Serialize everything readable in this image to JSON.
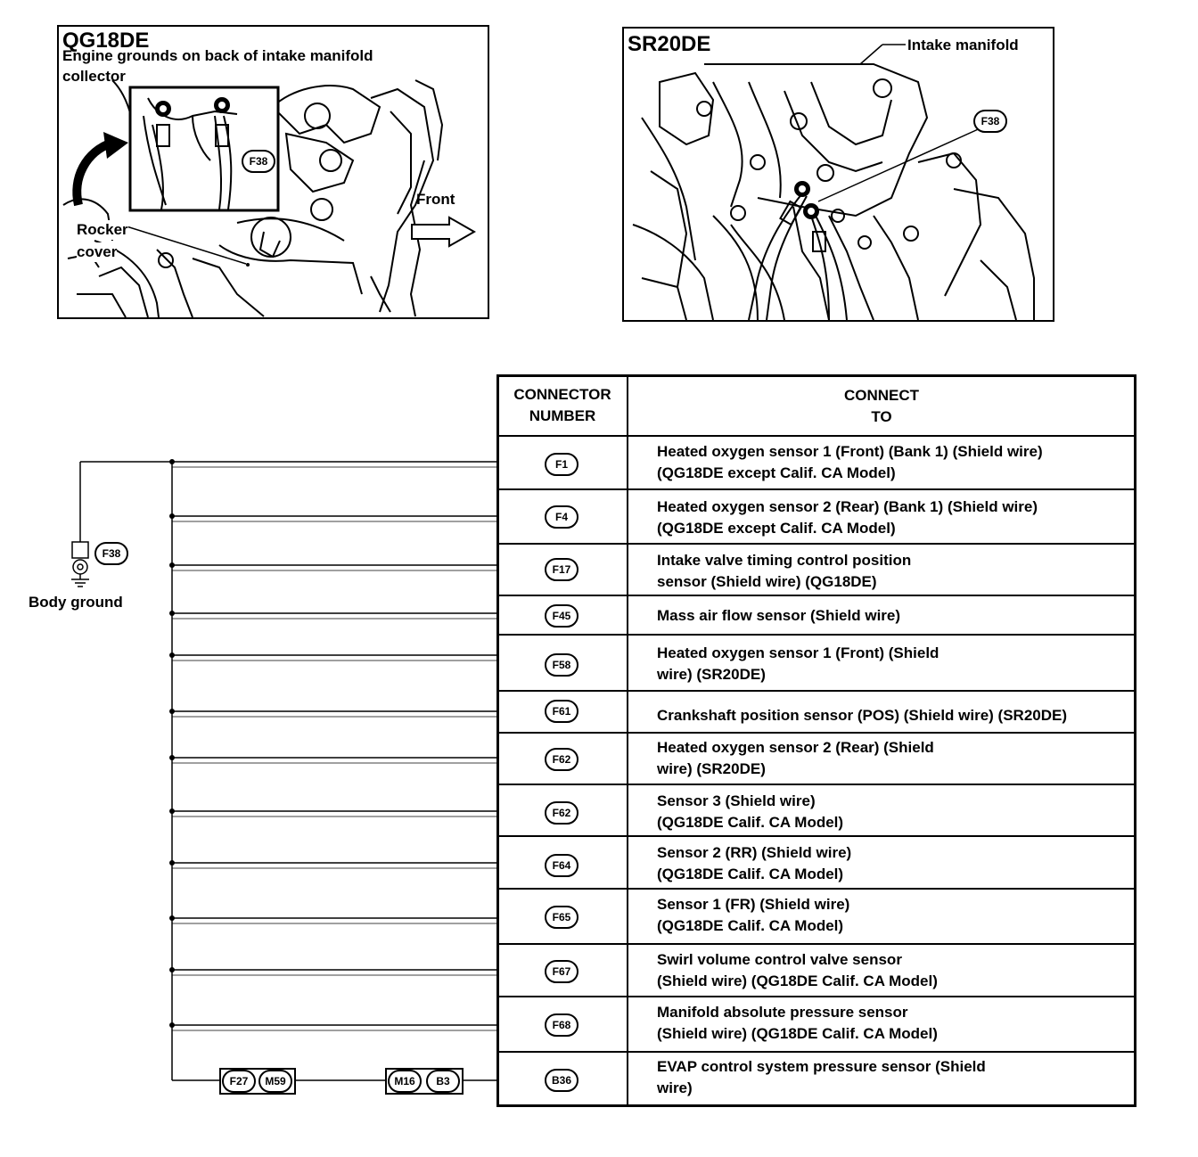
{
  "left_panel": {
    "title": "QG18DE",
    "subtitle_line1": "Engine grounds on back of intake manifold",
    "subtitle_line2": "collector",
    "connector": "F38",
    "front_label": "Front",
    "rocker_label_line1": "Rocker",
    "rocker_label_line2": "cover"
  },
  "right_panel": {
    "title": "SR20DE",
    "intake_label": "Intake manifold",
    "connector": "F38"
  },
  "ground": {
    "connector": "F38",
    "label": "Body ground"
  },
  "table": {
    "header_col1_line1": "CONNECTOR",
    "header_col1_line2": "NUMBER",
    "header_col2_line1": "CONNECT",
    "header_col2_line2": "TO",
    "rows": [
      {
        "connector": "F1",
        "line1": "Heated oxygen sensor 1 (Front) (Bank 1) (Shield wire)",
        "line2": "(QG18DE except Calif. CA Model)"
      },
      {
        "connector": "F4",
        "line1": "Heated oxygen sensor 2 (Rear) (Bank 1) (Shield wire)",
        "line2": "(QG18DE except Calif. CA Model)"
      },
      {
        "connector": "F17",
        "line1": "Intake valve timing control position",
        "line2": "sensor (Shield wire) (QG18DE)"
      },
      {
        "connector": "F45",
        "line1": "Mass air flow sensor (Shield wire)",
        "line2": ""
      },
      {
        "connector": "F58",
        "line1": "Heated oxygen sensor 1 (Front) (Shield",
        "line2": "wire) (SR20DE)"
      },
      {
        "connector": "F61",
        "line1": "Crankshaft position sensor (POS) (Shield wire) (SR20DE)",
        "line2": ""
      },
      {
        "connector": "F62",
        "line1": "Heated oxygen sensor 2 (Rear) (Shield",
        "line2": "wire) (SR20DE)"
      },
      {
        "connector": "F62",
        "line1": "Sensor 3 (Shield wire)",
        "line2": "(QG18DE Calif. CA Model)"
      },
      {
        "connector": "F64",
        "line1": "Sensor 2 (RR) (Shield wire)",
        "line2": "(QG18DE Calif. CA Model)"
      },
      {
        "connector": "F65",
        "line1": "Sensor 1 (FR) (Shield wire)",
        "line2": "(QG18DE Calif. CA Model)"
      },
      {
        "connector": "F67",
        "line1": "Swirl volume control valve sensor",
        "line2": "(Shield wire) (QG18DE Calif. CA Model)"
      },
      {
        "connector": "F68",
        "line1": "Manifold absolute pressure sensor",
        "line2": "(Shield wire) (QG18DE Calif. CA Model)"
      },
      {
        "connector": "B36",
        "line1": "EVAP control system pressure sensor (Shield",
        "line2": "wire)"
      }
    ]
  },
  "inline_connectors": {
    "pair1": [
      "F27",
      "M59"
    ],
    "pair2": [
      "M16",
      "B3"
    ]
  }
}
